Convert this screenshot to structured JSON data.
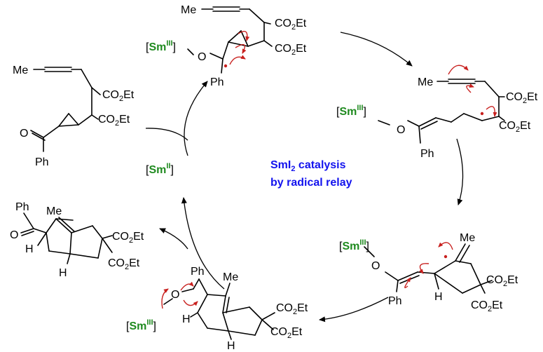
{
  "center_label": {
    "line1_main": "SmI",
    "line1_sub": "2",
    "line1_rest": " catalysis",
    "line2": "by radical relay"
  },
  "labels": {
    "me": "Me",
    "ph": "Ph",
    "h": "H",
    "o": "O",
    "co2et_a": "CO",
    "co2et_sub": "2",
    "co2et_b": "Et",
    "bracket_open": "[",
    "bracket_close": "]",
    "sm": "Sm",
    "sm_iii": "III",
    "sm_ii": "II"
  },
  "colors": {
    "samarium": "#1f8a1f",
    "catalysis_text": "#1313ee",
    "electron_arrows": "#c8201e"
  }
}
